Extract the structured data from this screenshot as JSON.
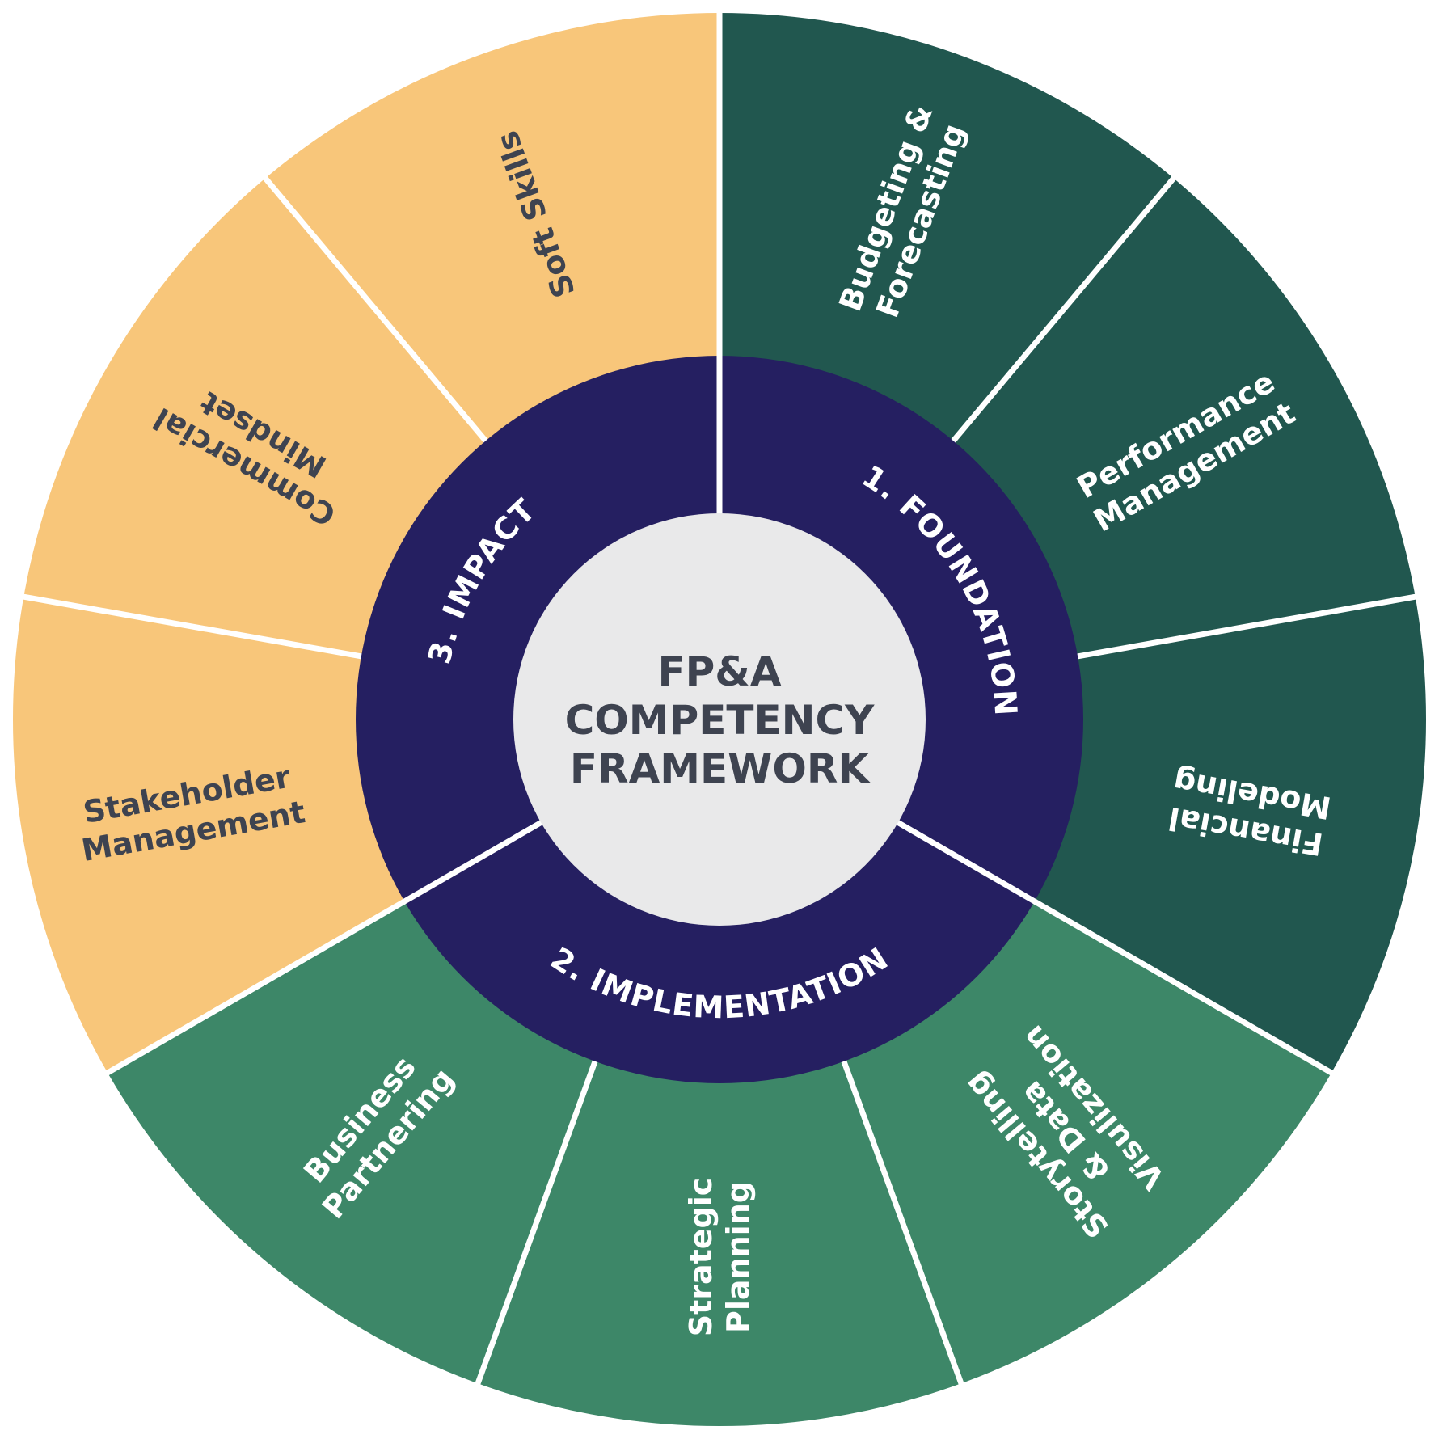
{
  "diagram": {
    "center": {
      "lines": [
        "FP&A",
        "COMPETENCY",
        "FRAMEWORK"
      ]
    },
    "colors": {
      "foundation": "#21574f",
      "implementation": "#3d8768",
      "impact": "#f8c67a",
      "inner_ring": "#251f61",
      "center": "#e9e9ea",
      "separator": "#ffffff",
      "dark_text": "#3e4350",
      "light_text": "#ffffff"
    },
    "groups": [
      {
        "id": "foundation",
        "label": "1. FOUNDATION",
        "segments": [
          {
            "lines": [
              "Budgeting &",
              "Forecasting"
            ]
          },
          {
            "lines": [
              "Performance",
              "Management"
            ]
          },
          {
            "lines": [
              "Financial",
              "Modeling"
            ]
          }
        ]
      },
      {
        "id": "implementation",
        "label": "2. IMPLEMENTATION",
        "segments": [
          {
            "lines": [
              "Storytelling",
              "& Data",
              "Visulization"
            ]
          },
          {
            "lines": [
              "Strategic",
              "Planning"
            ]
          },
          {
            "lines": [
              "Business",
              "Partnering"
            ]
          }
        ]
      },
      {
        "id": "impact",
        "label": "3. IMPACT",
        "segments": [
          {
            "lines": [
              "Stakeholder",
              "Management"
            ]
          },
          {
            "lines": [
              "Commercial",
              "Mindset"
            ]
          },
          {
            "lines": [
              "Soft Skills"
            ]
          }
        ]
      }
    ]
  }
}
